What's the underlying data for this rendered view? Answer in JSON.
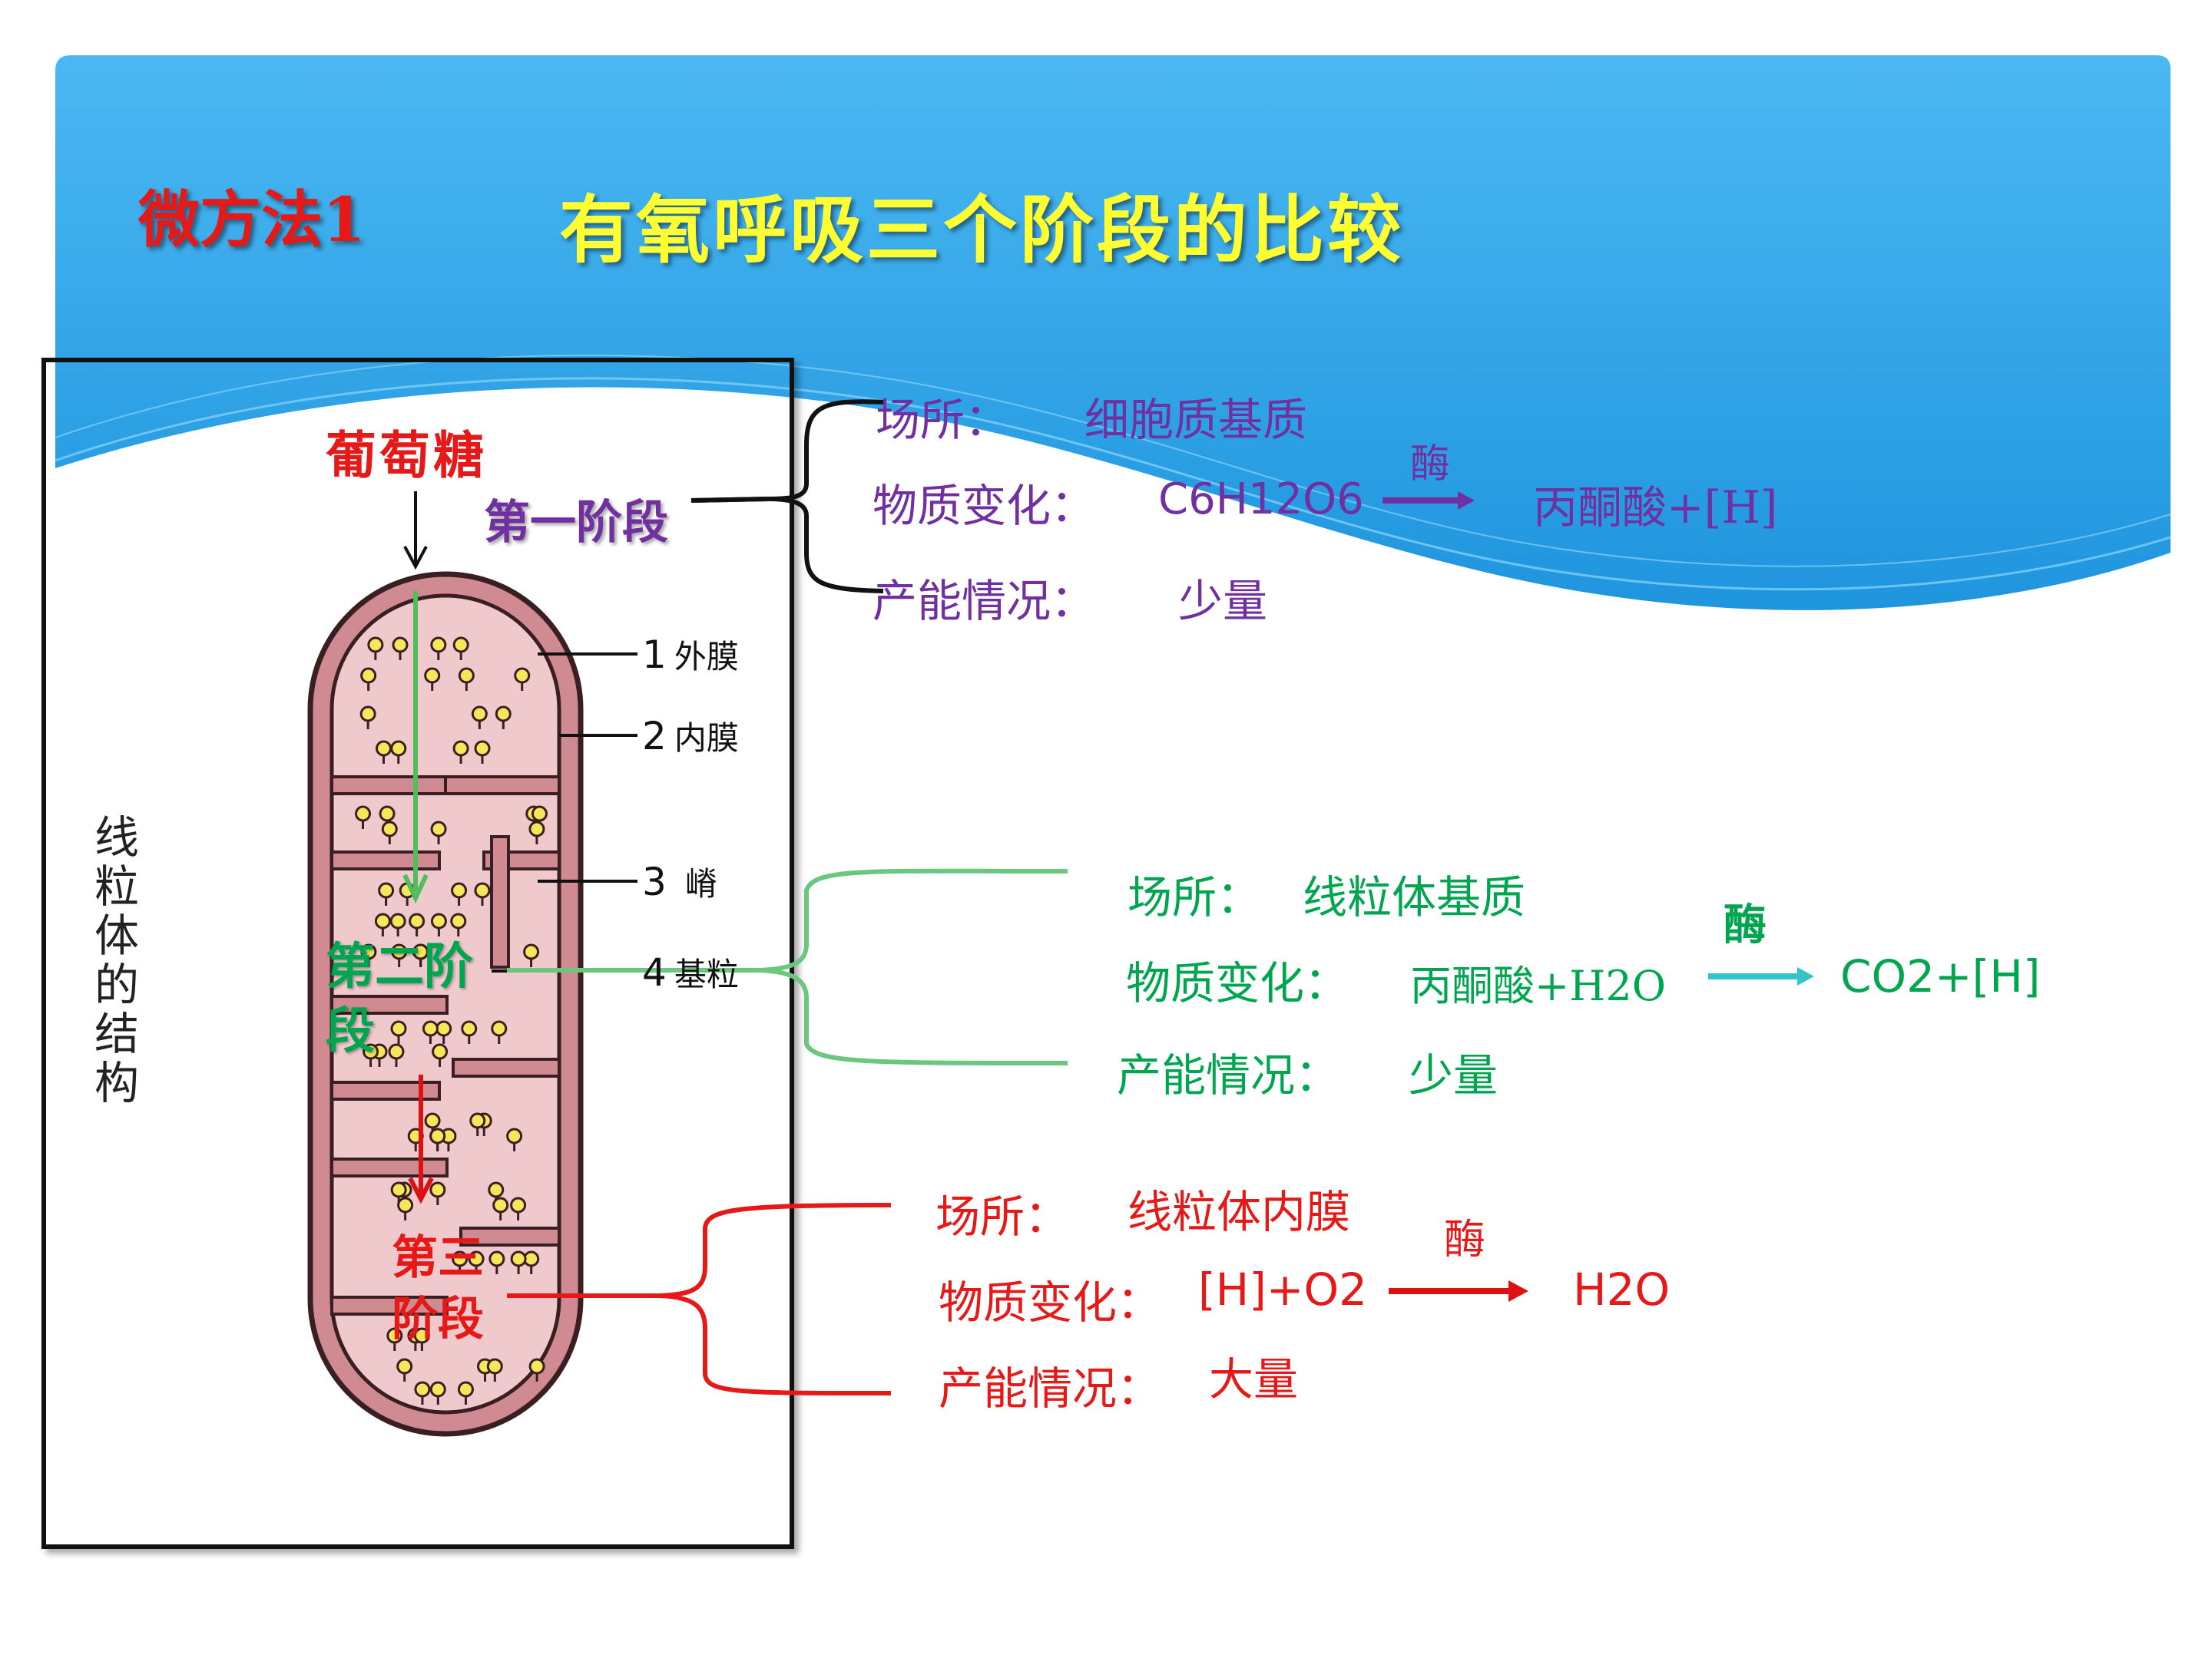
{
  "header": {
    "tag": "微方法1",
    "title": "有氧呼吸三个阶段的比较"
  },
  "colors": {
    "header_blue": "#2aa6ea",
    "stage1": "#7030a0",
    "stage2": "#00a64f",
    "stage3": "#e61919",
    "title_yellow": "#ffff33"
  },
  "diagram": {
    "glucose_label": "葡萄糖",
    "stage1_label": "第一阶段",
    "stage2_label_line1": "第二阶",
    "stage2_label_line2": "段",
    "stage3_label_line1": "第三",
    "stage3_label_line2": "阶段",
    "side_caption": "线粒体的结构",
    "parts": [
      {
        "num": "1",
        "name": "外膜"
      },
      {
        "num": "2",
        "name": "内膜"
      },
      {
        "num": "3",
        "name": "嵴"
      },
      {
        "num": "4",
        "name": "基粒"
      }
    ]
  },
  "stage1": {
    "place_label": "场所：",
    "place_value": "细胞质基质",
    "change_label": "物质变化：",
    "reactant": "C6H12O6",
    "enzyme": "酶",
    "product": "丙酮酸+[H]",
    "energy_label": "产能情况：",
    "energy_value": "少量"
  },
  "stage2": {
    "place_label": "场所：",
    "place_value": "线粒体基质",
    "change_label": "物质变化：",
    "reactant": "丙酮酸+H2O",
    "enzyme": "酶",
    "product": "CO2+[H]",
    "energy_label": "产能情况：",
    "energy_value": "少量"
  },
  "stage3": {
    "place_label": "场所：",
    "place_value": "线粒体内膜",
    "change_label": "物质变化：",
    "reactant": "[H]+O2",
    "enzyme": "酶",
    "product": "H2O",
    "energy_label": "产能情况：",
    "energy_value": "大量"
  }
}
